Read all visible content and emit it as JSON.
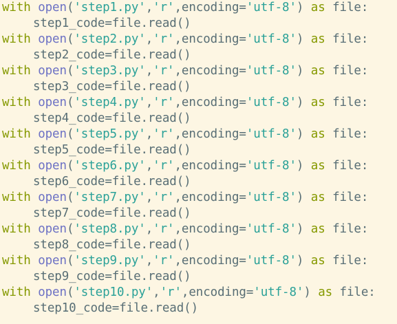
{
  "colors": {
    "background": "#fdf6e3",
    "keyword": "#859900",
    "builtin": "#6c71c4",
    "string": "#2aa198",
    "text": "#586e75"
  },
  "syntax": {
    "kw_with": "with",
    "kw_as": "as",
    "fn_open": "open",
    "paren_open": "(",
    "paren_close": ")",
    "comma": ",",
    "mode": "'r'",
    "encoding_kw": "encoding=",
    "encoding_val": "'utf-8'",
    "target": "file:",
    "assign_suffix": "=file.read()"
  },
  "blocks": [
    {
      "file": "'step1.py'",
      "var": "step1_code"
    },
    {
      "file": "'step2.py'",
      "var": "step2_code"
    },
    {
      "file": "'step3.py'",
      "var": "step3_code"
    },
    {
      "file": "'step4.py'",
      "var": "step4_code"
    },
    {
      "file": "'step5.py'",
      "var": "step5_code"
    },
    {
      "file": "'step6.py'",
      "var": "step6_code"
    },
    {
      "file": "'step7.py'",
      "var": "step7_code"
    },
    {
      "file": "'step8.py'",
      "var": "step8_code"
    },
    {
      "file": "'step9.py'",
      "var": "step9_code"
    },
    {
      "file": "'step10.py'",
      "var": "step10_code"
    }
  ]
}
